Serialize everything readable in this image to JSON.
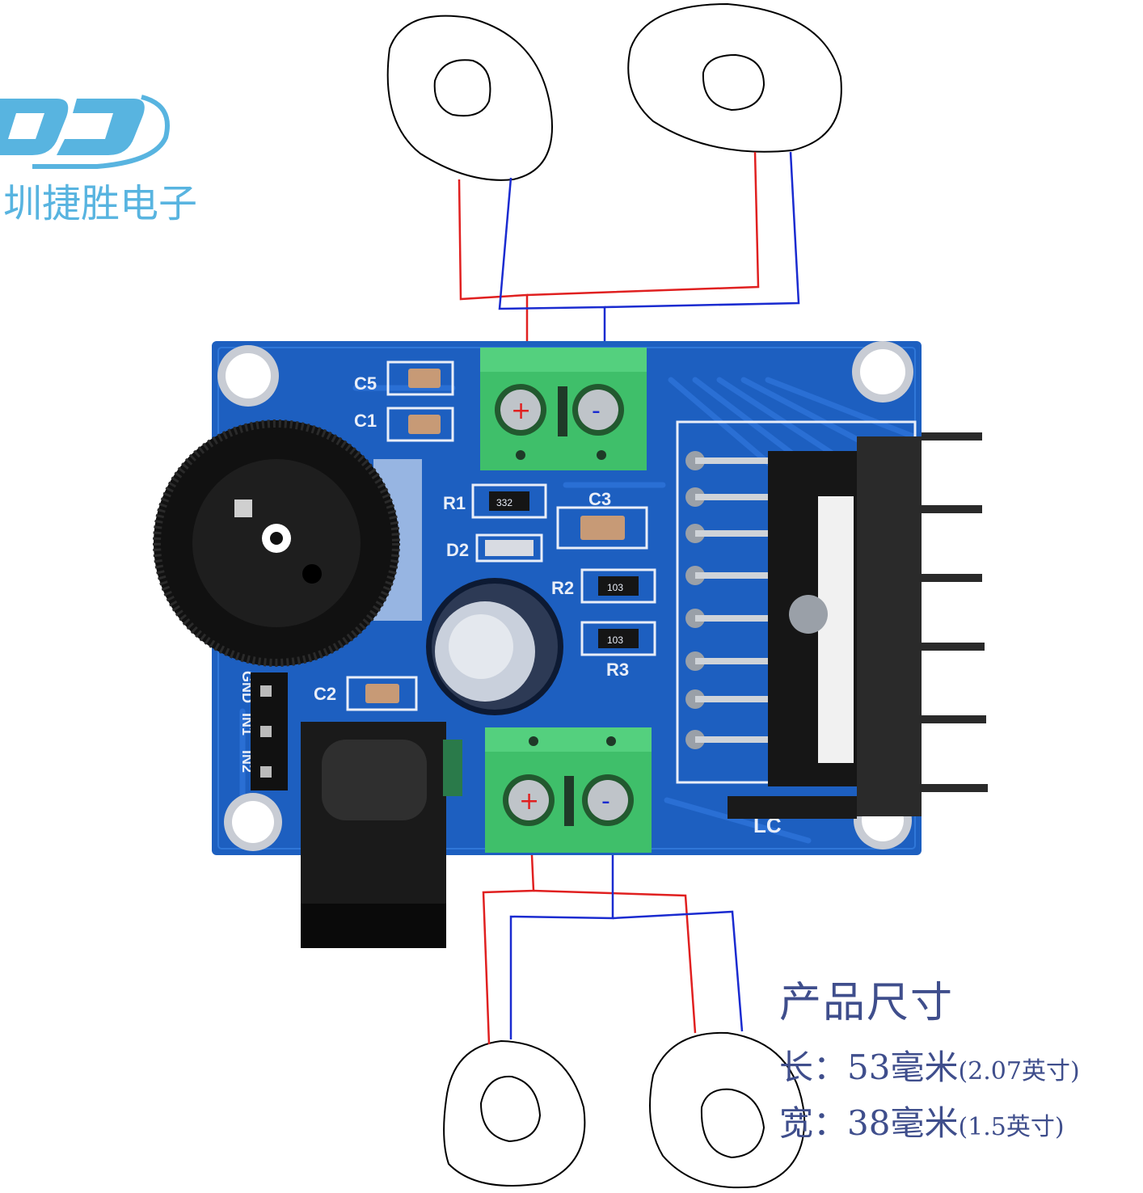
{
  "brand": {
    "logo_icon": "qd-logo-icon",
    "name": "圳捷胜电子",
    "color": "#58b4e0"
  },
  "board": {
    "pcb_color": "#1d5fc0",
    "terminal_color": "#3fbf6a",
    "labels": {
      "c5": "C5",
      "c1": "C1",
      "c2": "C2",
      "c3": "C3",
      "r1": "R1",
      "r2": "R2",
      "r3": "R3",
      "d2": "D2",
      "lc": "LC",
      "r1_value": "332",
      "r2_value": "103",
      "r3_value": "103",
      "pin_gnd": "GND",
      "pin_in1": "IN1",
      "pin_in2": "IN2"
    },
    "terminal_top": {
      "plus": "+",
      "minus": "-"
    },
    "terminal_bottom": {
      "plus": "+",
      "minus": "-"
    }
  },
  "wires": {
    "positive_color": "#e02020",
    "negative_color": "#1a2bd0"
  },
  "dimensions": {
    "title": "产品尺寸",
    "length_label": "长：",
    "length_value": "53毫米",
    "length_inch": "(2.07英寸)",
    "width_label": "宽：",
    "width_value": "38毫米",
    "width_inch": "(1.5英寸)",
    "text_color": "#3f4e8c"
  }
}
